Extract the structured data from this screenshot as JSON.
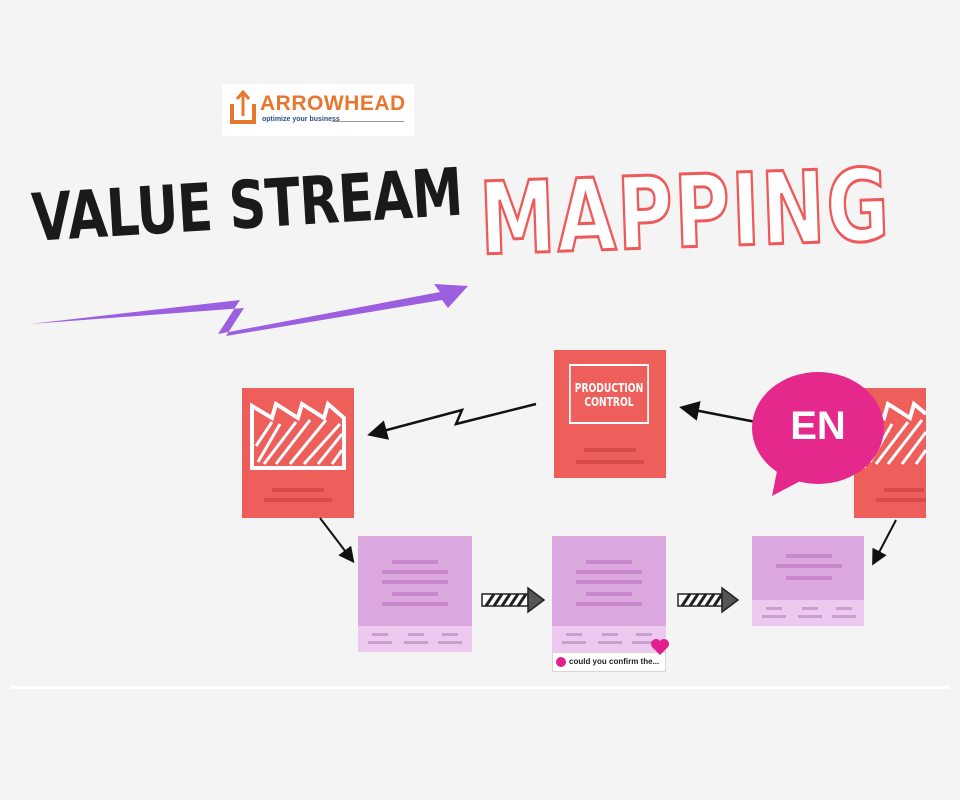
{
  "logo": {
    "brand": "ARROWHEAD",
    "tagline": "optimize your business",
    "icon": "box-arrow-icon",
    "color": "#e8772e"
  },
  "title": {
    "left": "VALUE STREAM",
    "right": "MAPPING"
  },
  "diagram": {
    "production_control_label": "PRODUCTION CONTROL",
    "language_badge": "EN",
    "comment": "could you confirm the..."
  },
  "colors": {
    "process_red": "#ee5f5b",
    "step_purple": "#dca8df",
    "bubble_pink": "#e4288c",
    "lightning_purple": "#9b5fe0"
  }
}
